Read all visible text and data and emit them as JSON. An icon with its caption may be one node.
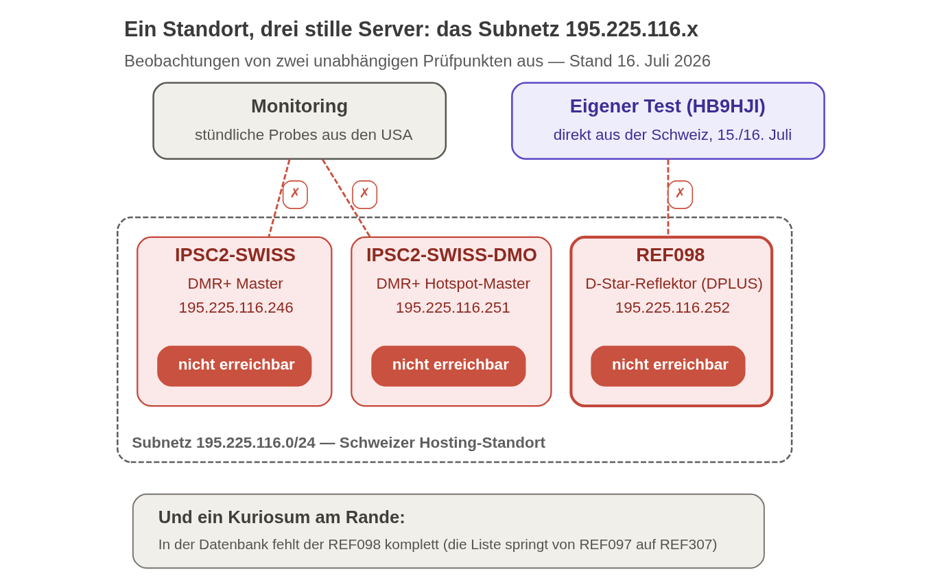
{
  "diagram": {
    "title": "Ein Standort, drei stille Server: das Subnetz 195.225.116.x",
    "caption": "Beobachtungen von zwei unabhängigen Prüfpunkten aus — Stand 16. Juli 2026",
    "nodes": [
      {
        "text": [
          "Monitoring",
          "stündliche Probes aus den USA"
        ]
      },
      {
        "text": [
          "Eigener Test (HB9HJI)",
          "direkt aus der Schweiz, 15./16. Juli"
        ]
      },
      {
        "text": [
          "Subnetz 195.225.116.0/24 — Schweizer Hosting-Standort"
        ]
      },
      {
        "text": [
          "IPSC2-SWISS",
          "DMR+ Master",
          "195.225.116.246"
        ],
        "in": 2
      },
      {
        "text": [
          "nicht erreichbar"
        ],
        "in": 3
      },
      {
        "text": [
          "IPSC2-SWISS-DMO",
          "DMR+ Hotspot-Master",
          "195.225.116.251"
        ],
        "in": 2
      },
      {
        "text": [
          "nicht erreichbar"
        ],
        "in": 5
      },
      {
        "text": [
          "REF098",
          "D-Star-Reflektor (DPLUS)",
          "195.225.116.252"
        ],
        "in": 2
      },
      {
        "text": [
          "nicht erreichbar"
        ],
        "in": 7
      },
      {
        "text": [
          "Und ein Kuriosum am Rande:",
          "In der Datenbank fehlt der REF098 komplett (die Liste springt von REF097 auf REF307)"
        ]
      }
    ],
    "edges": [
      {
        "from": 0,
        "to": 3,
        "arrow": "none",
        "style": "dashed",
        "label": "✗"
      },
      {
        "from": 0,
        "to": 5,
        "arrow": "none",
        "style": "dashed",
        "label": "✗"
      },
      {
        "from": 1,
        "to": 7,
        "arrow": "none",
        "style": "dashed",
        "label": "✗"
      }
    ]
  }
}
